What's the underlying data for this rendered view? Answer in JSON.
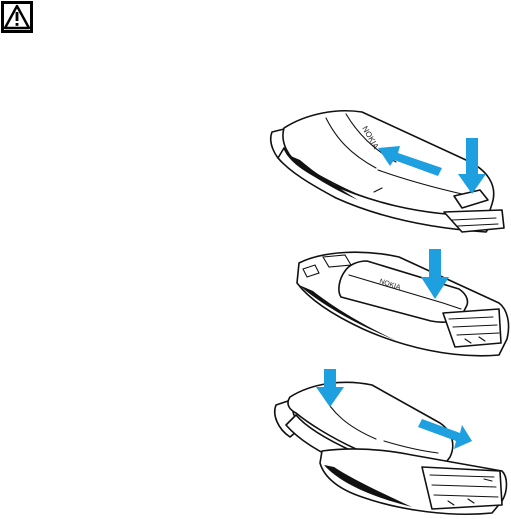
{
  "page": {
    "background": "#ffffff",
    "accent_color": "#1e9fe0"
  },
  "icons": {
    "warning": "warning-triangle-icon",
    "arrow": "arrow-icon"
  },
  "figures": [
    {
      "name": "back-cover-removal-illustration",
      "arrows": [
        "arrow-down",
        "arrow-left"
      ]
    },
    {
      "name": "battery-removal-illustration",
      "arrows": [
        "arrow-down"
      ]
    },
    {
      "name": "back-cover-replacement-illustration",
      "arrows": [
        "arrow-down",
        "arrow-right"
      ]
    }
  ]
}
